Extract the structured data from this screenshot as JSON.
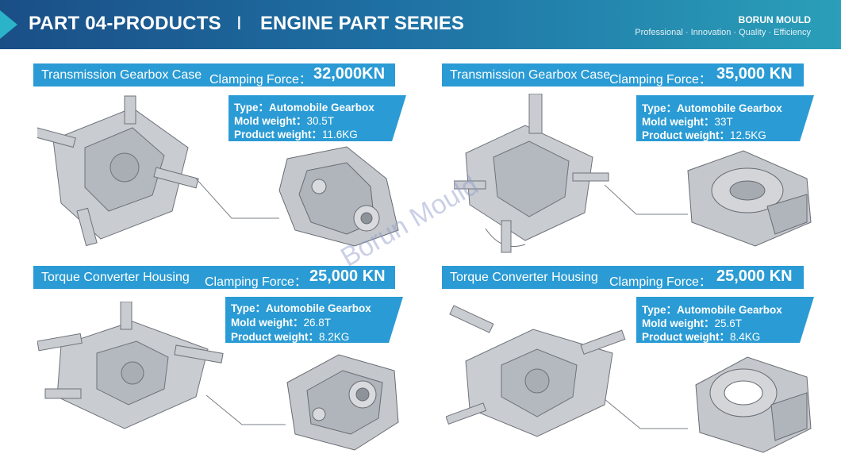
{
  "header": {
    "title": "PART 04-PRODUCTS",
    "separator": "I",
    "series": "ENGINE PART SERIES",
    "brand": "BORUN MOULD",
    "tagline": "Professional · Innovation · Quality · Efficiency",
    "colors": {
      "start": "#1a4f86",
      "end": "#2a9fb9",
      "accent": "#2bb3c9"
    }
  },
  "watermark": "Borun Mould",
  "products": [
    {
      "name": "Transmission Gearbox Case",
      "clamp_label": "Clamping Force：",
      "force": "32,000KN",
      "type_label": "Type：",
      "type_value": "Automobile Gearbox",
      "mold_label": "Mold weight：",
      "mold_value": "30.5T",
      "product_label": "Product weight：",
      "product_value": "11.6KG"
    },
    {
      "name": "Transmission Gearbox Case",
      "clamp_label": "Clamping Force：",
      "force": "35,000 KN",
      "type_label": "Type：",
      "type_value": "Automobile Gearbox",
      "mold_label": "Mold weight：",
      "mold_value": "33T",
      "product_label": "Product weight：",
      "product_value": "12.5KG"
    },
    {
      "name": "Torque Converter Housing",
      "clamp_label": "Clamping Force：",
      "force": "25,000 KN",
      "type_label": "Type：",
      "type_value": "Automobile Gearbox",
      "mold_label": "Mold weight：",
      "mold_value": "26.8T",
      "product_label": "Product weight：",
      "product_value": "8.2KG"
    },
    {
      "name": "Torque Converter Housing",
      "clamp_label": "Clamping Force：",
      "force": "25,000 KN",
      "type_label": "Type：",
      "type_value": "Automobile Gearbox",
      "mold_label": "Mold weight：",
      "mold_value": "25.6T",
      "product_label": "Product weight：",
      "product_value": "8.4KG"
    }
  ]
}
